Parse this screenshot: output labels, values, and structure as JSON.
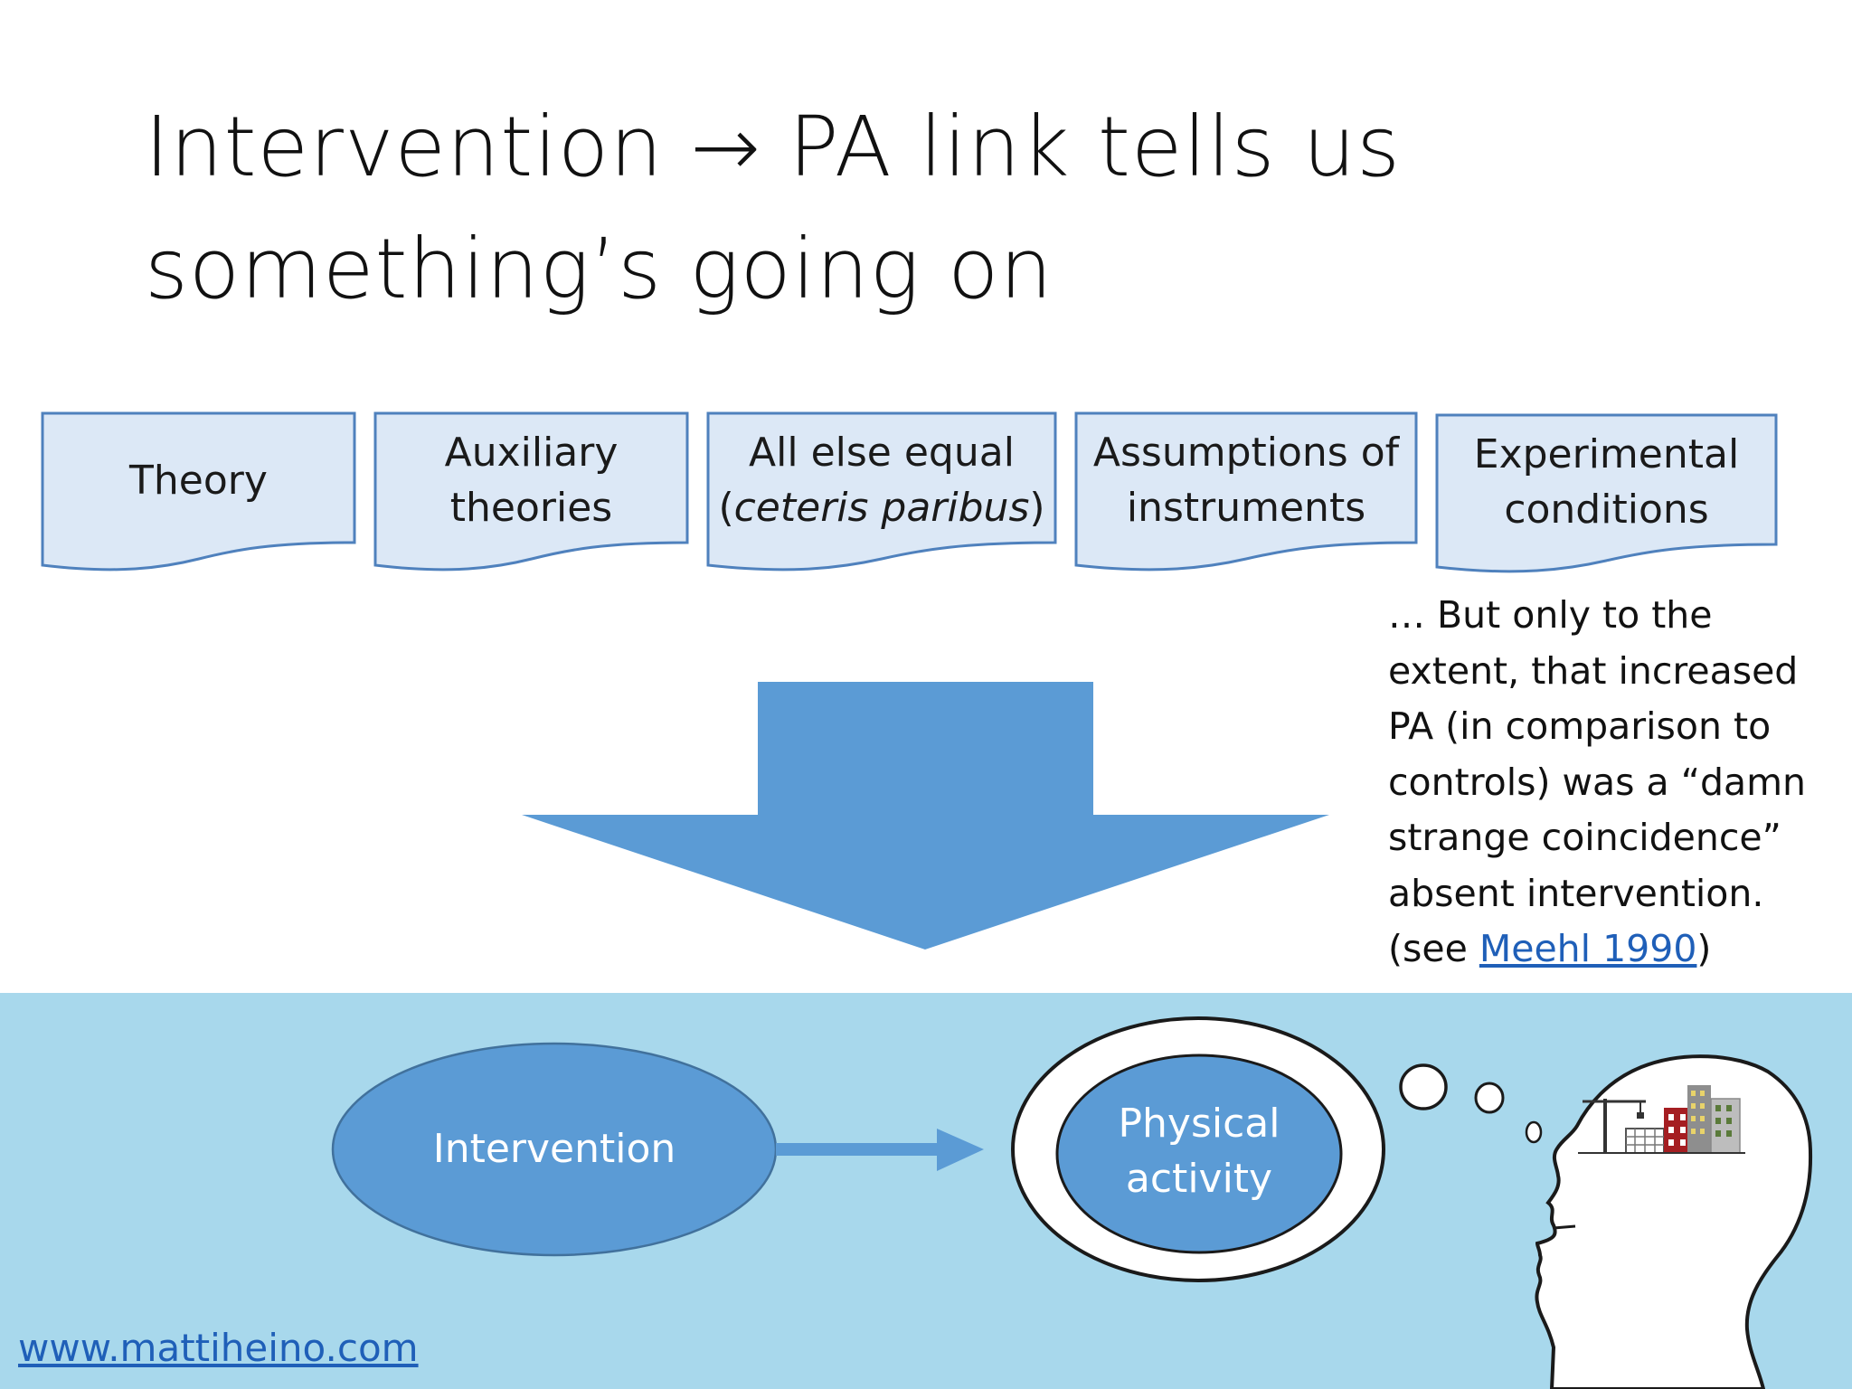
{
  "title": {
    "line1": "Intervention → PA link tells us",
    "line2": "something’s going on"
  },
  "boxes": [
    {
      "line1": "Theory"
    },
    {
      "line1": "Auxiliary",
      "line2": "theories"
    },
    {
      "line1": "All else equal",
      "line2_open": "(",
      "line2_italic": "ceteris paribus",
      "line2_close": ")"
    },
    {
      "line1": "Assumptions of",
      "line2": "instruments"
    },
    {
      "line1": "Experimental",
      "line2": "conditions"
    }
  ],
  "caveat": {
    "lines": [
      "… But only to the",
      "extent, that increased",
      "PA (in comparison to",
      "controls) was a “damn",
      "strange coincidence”",
      "absent intervention."
    ],
    "last_prefix": "(see ",
    "link_text": "Meehl 1990",
    "last_suffix": ")"
  },
  "diagram": {
    "intervention_label": "Intervention",
    "outcome_line1": "Physical",
    "outcome_line2": "activity"
  },
  "footer": {
    "link_text": "www.mattiheino.com"
  },
  "colors": {
    "box_fill": "#dce8f6",
    "box_stroke": "#4f81bd",
    "arrow_fill": "#5b9bd5",
    "band": "#a8d8ec",
    "link": "#1f5fb8"
  },
  "icons": {
    "big_arrow": "down-arrow-icon",
    "thinking_head": "thinking-head-icon",
    "city": "city-skyline-icon"
  }
}
